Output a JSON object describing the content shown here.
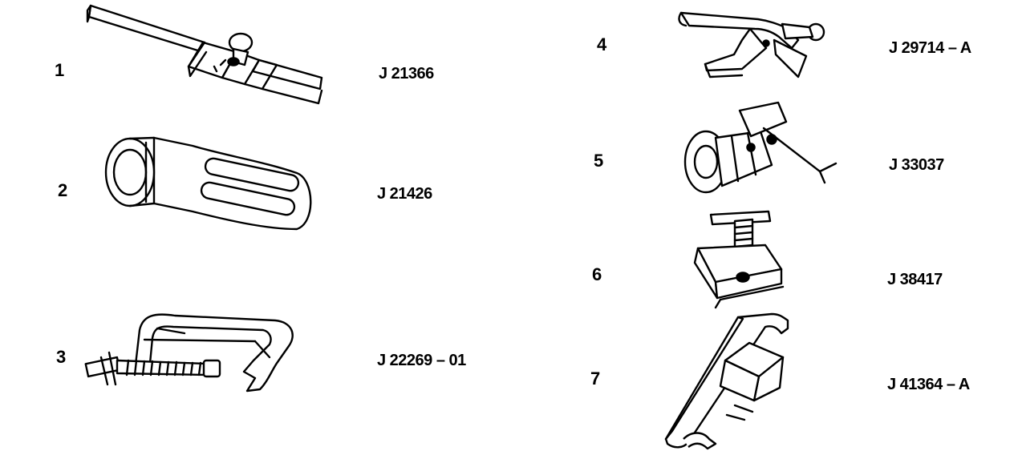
{
  "tools": [
    {
      "num": "1",
      "part": "J 21366",
      "icon": "tool-1-bracket-icon"
    },
    {
      "num": "2",
      "part": "J 21426",
      "icon": "tool-2-handle-icon"
    },
    {
      "num": "3",
      "part": "J 22269 – 01",
      "icon": "tool-3-c-clamp-icon"
    },
    {
      "num": "4",
      "part": "J 29714 – A",
      "icon": "tool-4-lever-clamp-icon"
    },
    {
      "num": "5",
      "part": "J 33037",
      "icon": "tool-5-compressor-icon"
    },
    {
      "num": "6",
      "part": "J 38417",
      "icon": "tool-6-block-icon"
    },
    {
      "num": "7",
      "part": "J 41364 – A",
      "icon": "tool-7-hook-plate-icon"
    }
  ]
}
